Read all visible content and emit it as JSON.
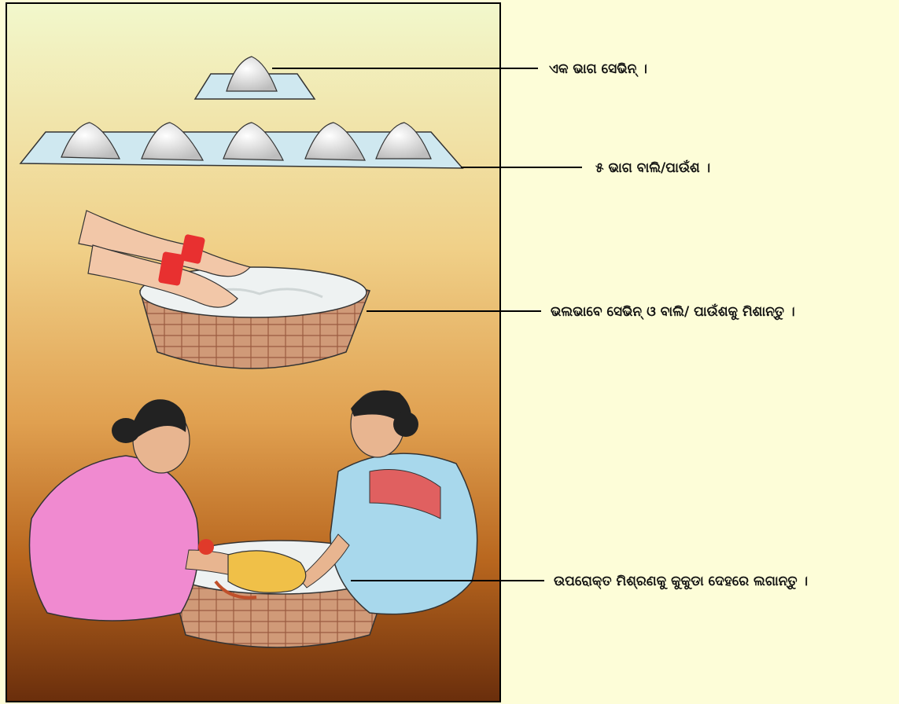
{
  "labels": {
    "step1": "ଏକ ଭାଗ ସେଭିନ୍ ।",
    "step2": "୫ ଭାଗ ବାଲି/ପାଉଁଶ ।",
    "step3": "ଭଲଭାବେ ସେଭିନ୍ ଓ ବାଲି/ ପାଉଁଶକୁ ମିଶାନ୍ତୁ ।",
    "step4": "ଉପରୋକ୍ତ ମିଶ୍ରଣକୁ କୁକୁଡା ଦେହରେ ଲଗାନ୍ତୁ ।"
  },
  "colors": {
    "page_background": "#fdfdd8",
    "panel_top": "#f0f7c8",
    "panel_mid": "#e8b060",
    "panel_bottom": "#7a3a10",
    "powder": "#f2f2f2",
    "cloth": "#cfe8f0",
    "basket": "#c8906a",
    "bangle": "#e83030",
    "saree_pink": "#f08ad0",
    "saree_blue": "#a8d8ec"
  }
}
